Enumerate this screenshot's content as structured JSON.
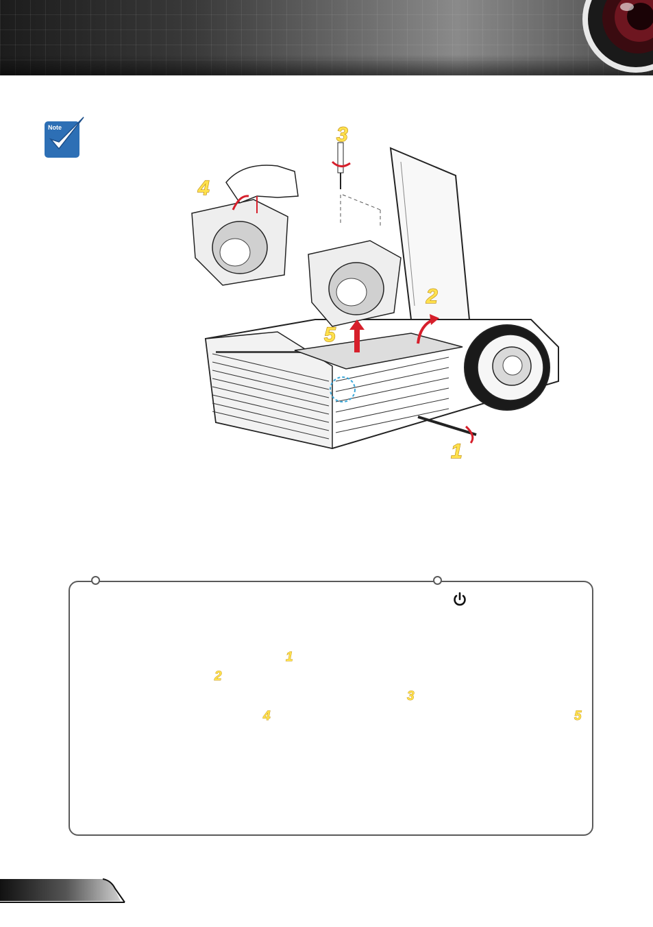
{
  "note": {
    "badge_label": "Note"
  },
  "figure": {
    "steps": [
      "1",
      "2",
      "3",
      "4",
      "5"
    ]
  },
  "procedure": {
    "step_refs": [
      "1",
      "2",
      "3",
      "4",
      "5"
    ]
  },
  "colors": {
    "step_yellow": "#ffe14d",
    "step_outline": "#b8860b",
    "arrow_red": "#d61f2b",
    "note_blue": "#2d6fb5",
    "box_border": "#5a5a5a"
  },
  "icons": {
    "note": "checkmark-note-icon",
    "power": "power-icon",
    "lens": "lens-graphic-icon"
  }
}
